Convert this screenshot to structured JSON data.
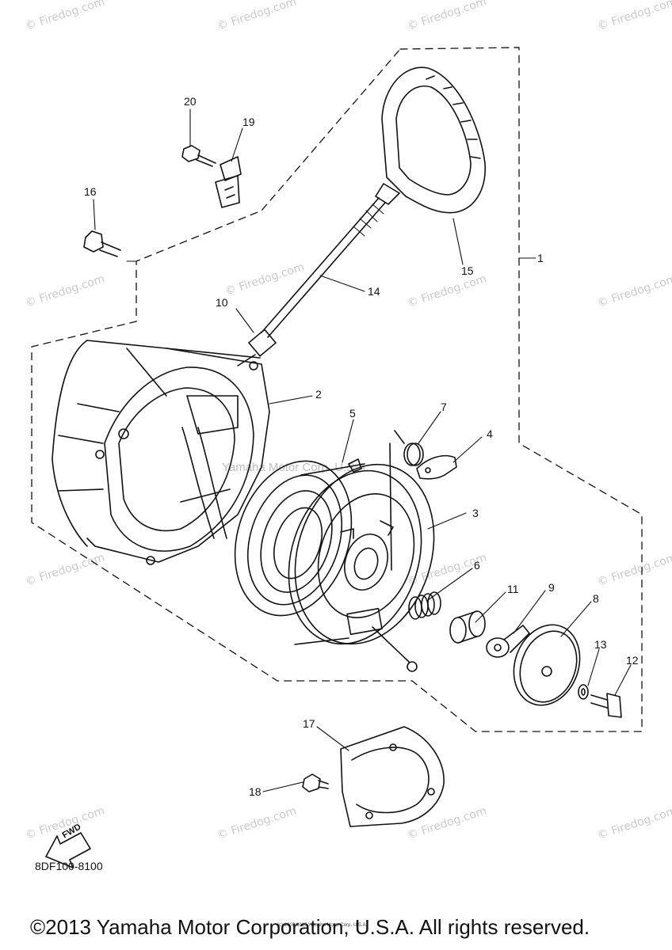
{
  "callouts": [
    {
      "id": "1",
      "label": "1"
    },
    {
      "id": "2",
      "label": "2"
    },
    {
      "id": "3",
      "label": "3"
    },
    {
      "id": "4",
      "label": "4"
    },
    {
      "id": "5",
      "label": "5"
    },
    {
      "id": "6",
      "label": "6"
    },
    {
      "id": "7",
      "label": "7"
    },
    {
      "id": "8",
      "label": "8"
    },
    {
      "id": "9",
      "label": "9"
    },
    {
      "id": "10",
      "label": "10"
    },
    {
      "id": "11",
      "label": "11"
    },
    {
      "id": "12",
      "label": "12"
    },
    {
      "id": "13",
      "label": "13"
    },
    {
      "id": "14",
      "label": "14"
    },
    {
      "id": "15",
      "label": "15"
    },
    {
      "id": "16",
      "label": "16"
    },
    {
      "id": "17",
      "label": "17"
    },
    {
      "id": "18",
      "label": "18"
    },
    {
      "id": "19",
      "label": "19"
    },
    {
      "id": "20",
      "label": "20"
    }
  ],
  "watermark_text": "© Firedog.com",
  "center_watermark": "Yamaha Motor Corp. U.S.A.",
  "fwd_label": "FWD",
  "diagram_code": "8DF100-8100",
  "tiny_print": "(c) 2005-2015 Yamaha Motor Corp. U.S.A.",
  "copyright": "©2013 Yamaha Motor Corporation, U.S.A. All rights reserved."
}
